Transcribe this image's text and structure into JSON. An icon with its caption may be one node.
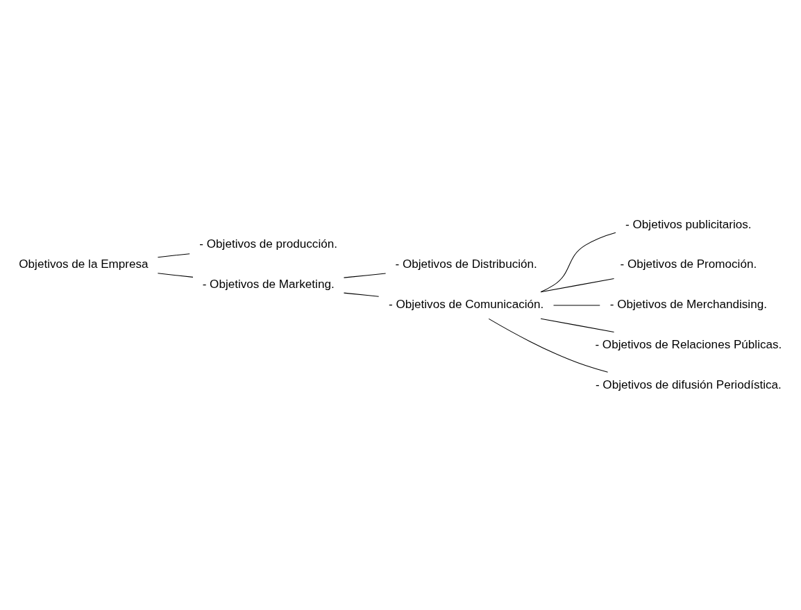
{
  "diagram": {
    "nodes": [
      {
        "text": [
          "Objetivos de la Empresa"
        ]
      },
      {
        "text": [
          "- Objetivos de producción."
        ]
      },
      {
        "text": [
          "- Objetivos de Marketing."
        ]
      },
      {
        "text": [
          "- Objetivos de Distribución."
        ]
      },
      {
        "text": [
          "- Objetivos de Comunicación."
        ]
      },
      {
        "text": [
          "- Objetivos publicitarios."
        ]
      },
      {
        "text": [
          "- Objetivos de Promoción."
        ]
      },
      {
        "text": [
          "- Objetivos de Merchandising."
        ]
      },
      {
        "text": [
          "- Objetivos de Relaciones Públicas."
        ]
      },
      {
        "text": [
          "- Objetivos de difusión Periodística."
        ]
      }
    ],
    "edges": [
      {
        "from": 0,
        "to": 1,
        "arrow": "none"
      },
      {
        "from": 0,
        "to": 2,
        "arrow": "none"
      },
      {
        "from": 2,
        "to": 3,
        "arrow": "none"
      },
      {
        "from": 2,
        "to": 4,
        "arrow": "none"
      },
      {
        "from": 4,
        "to": 5,
        "arrow": "none"
      },
      {
        "from": 4,
        "to": 6,
        "arrow": "none"
      },
      {
        "from": 4,
        "to": 7,
        "arrow": "none"
      },
      {
        "from": 4,
        "to": 8,
        "arrow": "none"
      },
      {
        "from": 4,
        "to": 9,
        "arrow": "none"
      }
    ]
  }
}
